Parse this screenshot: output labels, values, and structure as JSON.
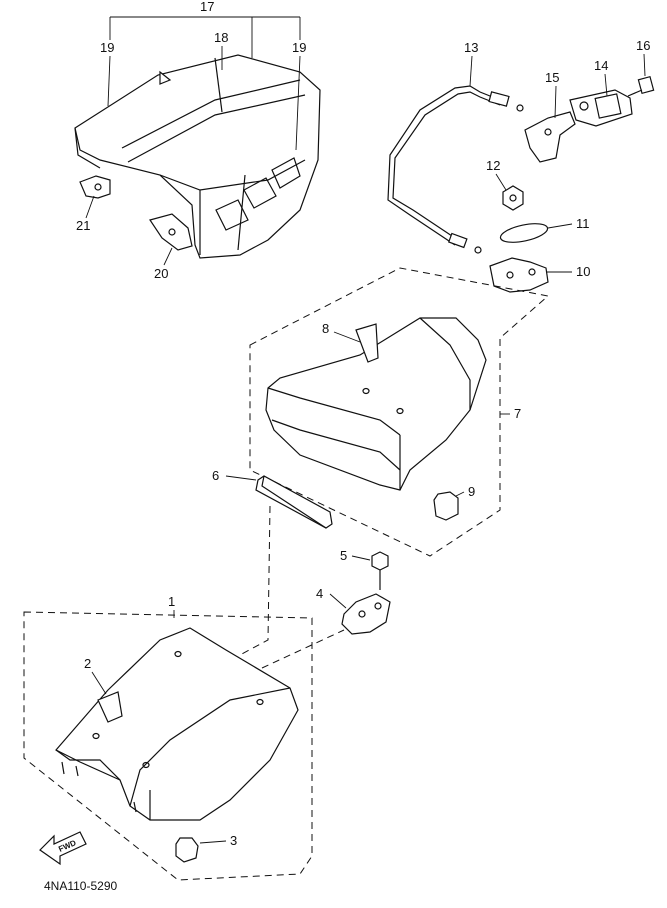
{
  "diagram": {
    "code": "4NA110-5290",
    "fwd_label": "FWD",
    "parts": {
      "p1": "1",
      "p2": "2",
      "p3": "3",
      "p4": "4",
      "p5": "5",
      "p6": "6",
      "p7": "7",
      "p8": "8",
      "p9": "9",
      "p10": "10",
      "p11": "11",
      "p12": "12",
      "p13": "13",
      "p14": "14",
      "p15": "15",
      "p16": "16",
      "p17": "17",
      "p18": "18",
      "p19a": "19",
      "p19b": "19",
      "p20": "20",
      "p21": "21"
    }
  }
}
